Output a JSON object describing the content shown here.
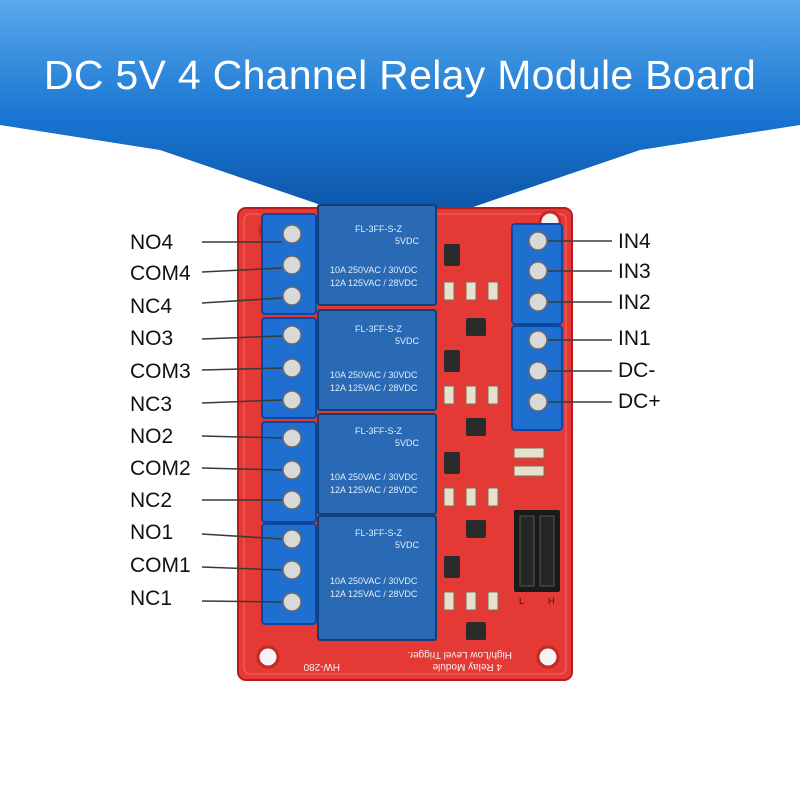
{
  "title": "DC 5V 4 Channel Relay Module Board",
  "left_pins": [
    "NO4",
    "COM4",
    "NC4",
    "NO3",
    "COM3",
    "NC3",
    "NO2",
    "COM2",
    "NC2",
    "NO1",
    "COM1",
    "NC1"
  ],
  "right_pins": [
    "IN4",
    "IN3",
    "IN2",
    "IN1",
    "DC-",
    "DC+"
  ],
  "relay": {
    "model": "FL-3FF-S-Z",
    "coil": "5VDC",
    "rating_1": "10A 250VAC / 30VDC",
    "rating_2": "12A 125VAC / 28VDC"
  },
  "board_text": {
    "model": "HW-280",
    "trigger": "High/Low Level Trigger.",
    "module": "4 Relay Module",
    "jumper_l": "L",
    "jumper_h": "H"
  },
  "colors": {
    "banner": "#1565c0",
    "pcb": "#e53935",
    "relay": "#1e5fa8",
    "terminal": "#1976d2"
  }
}
